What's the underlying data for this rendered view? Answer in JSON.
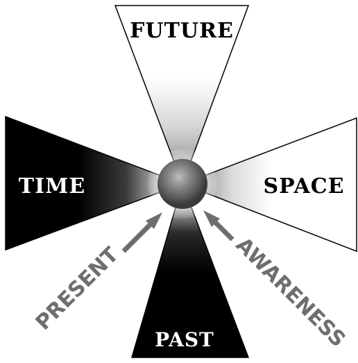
{
  "diagram": {
    "labels": {
      "future": "FUTURE",
      "time": "TIME",
      "space": "SPACE",
      "past": "PAST"
    },
    "arrows": {
      "present": "PRESENT",
      "awareness": "AWARENESS"
    },
    "colors": {
      "background": "#ffffff",
      "dark_wedge": "#000000",
      "light_wedge": "#ffffff",
      "outline": "#000000",
      "arrow": "#6e6e6e",
      "sphere": "#7a7a7a"
    }
  }
}
